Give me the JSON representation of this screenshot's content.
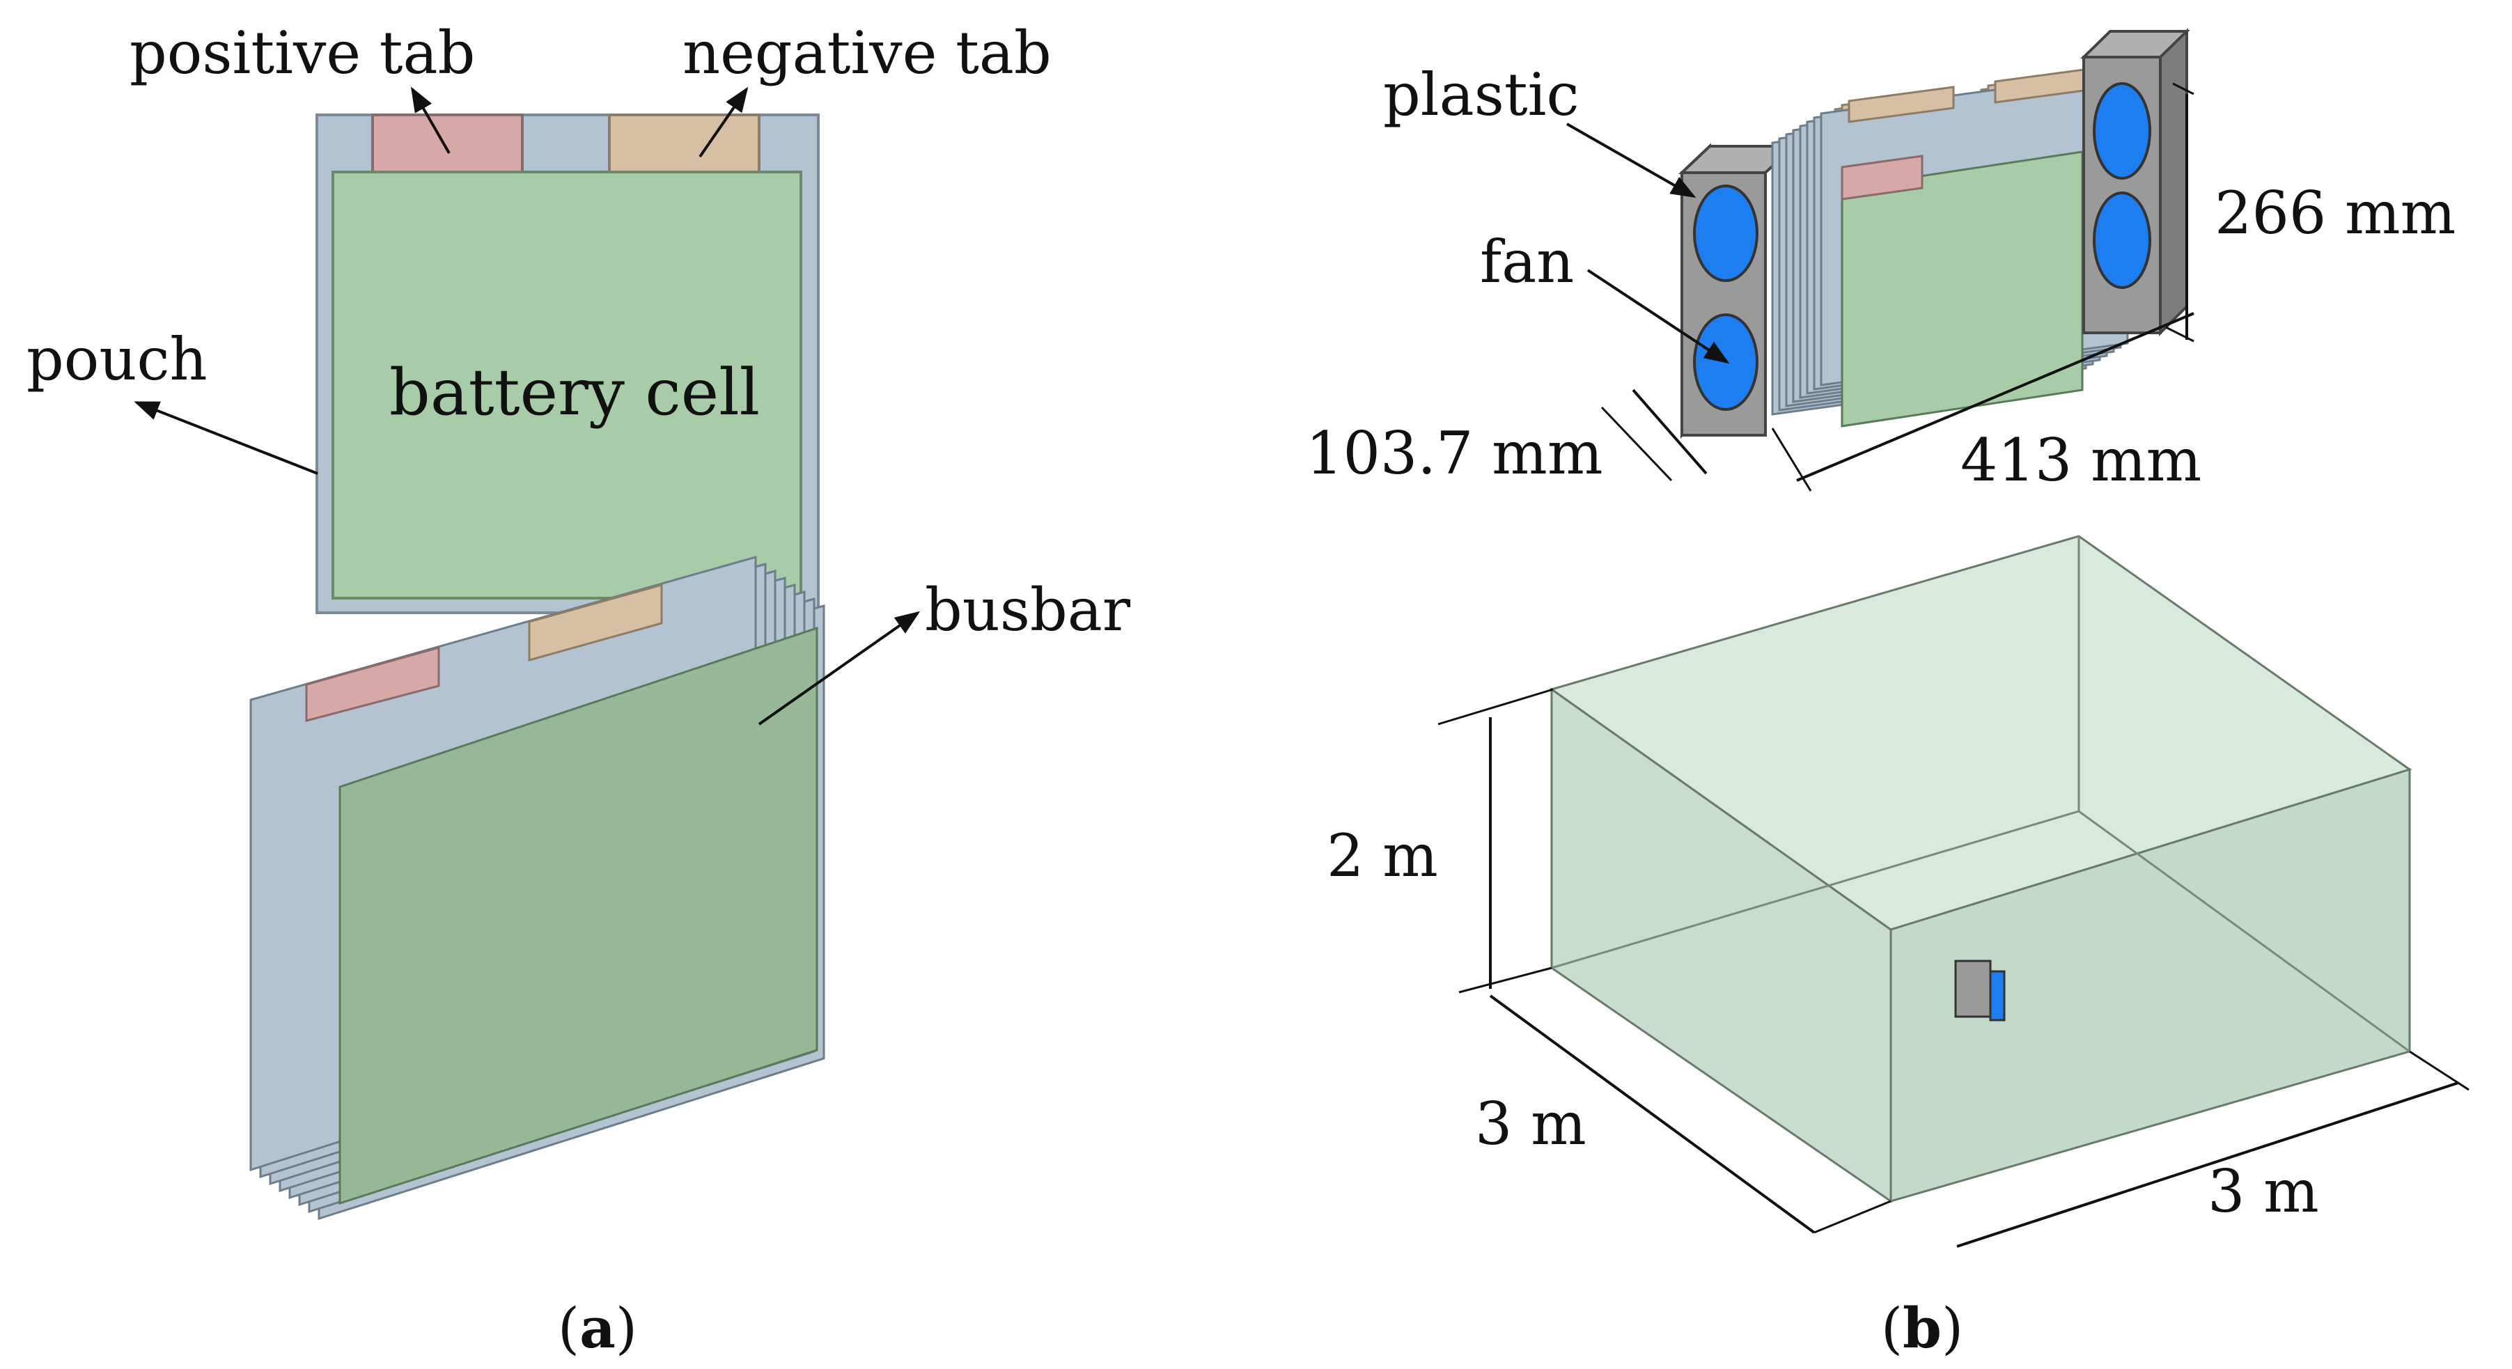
{
  "panel_a": {
    "caption_letter": "a",
    "labels": {
      "positive_tab": "positive tab",
      "negative_tab": "negative tab",
      "pouch": "pouch",
      "battery_cell": "battery cell",
      "busbar": "busbar"
    }
  },
  "panel_b": {
    "caption_letter": "b",
    "labels": {
      "plastic": "plastic",
      "fan": "fan",
      "pack_height": "266 mm",
      "pack_depth": "103.7 mm",
      "pack_width": "413 mm",
      "room_height": "2 m",
      "room_depth": "3 m",
      "room_width": "3 m"
    }
  },
  "colors": {
    "cell_green": "#a8cca8",
    "pouch_blue": "#b4c3d2",
    "positive_tab": "#d7a8a8",
    "negative_tab": "#d7bfa4",
    "fan_blue": "#1c7ef0",
    "plastic_gray": "#9a9a9a",
    "room_green": "#cfe3d6"
  }
}
